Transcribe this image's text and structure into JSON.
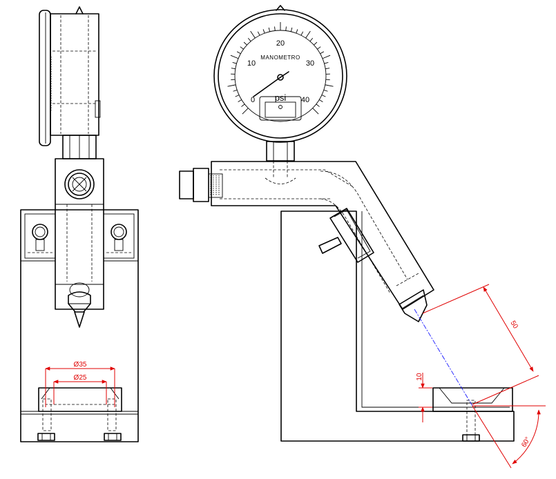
{
  "gauge": {
    "brand": "MANOMETRO",
    "unit": "psi",
    "scale_labels": [
      "0",
      "10",
      "20",
      "30",
      "40"
    ]
  },
  "dimensions": {
    "outer_diameter": "Ø35",
    "inner_diameter": "Ø25",
    "height": "10",
    "distance": "50",
    "angle": "60°"
  },
  "colors": {
    "outline": "#000000",
    "dimension": "#e00000",
    "centerline": "#0000ff"
  }
}
